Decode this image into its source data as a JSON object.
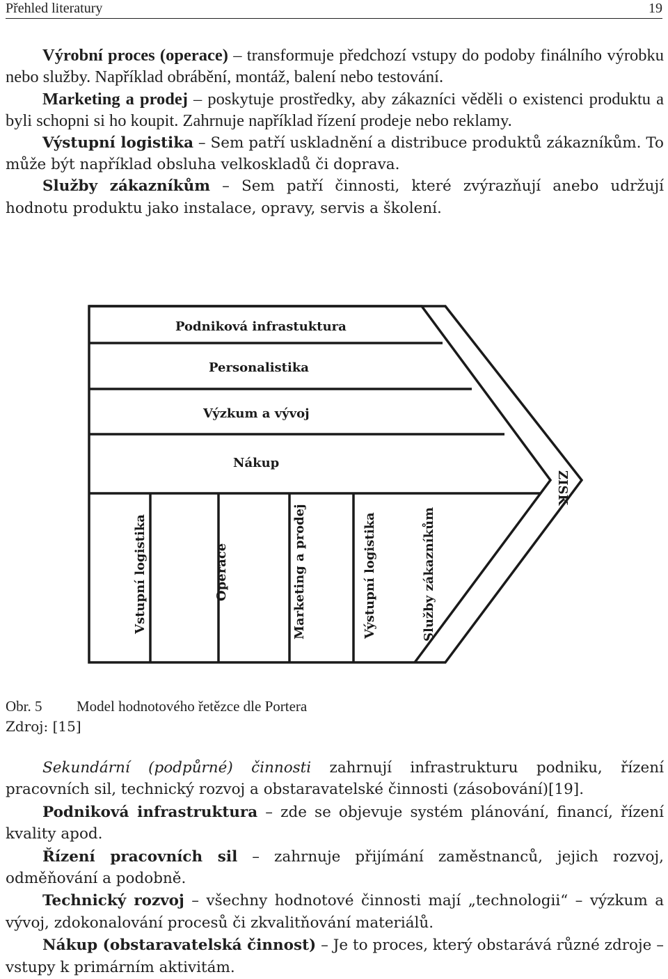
{
  "header": {
    "title": "Přehled literatury",
    "page_number": "19"
  },
  "top_paragraphs": [
    {
      "term": "Výrobní proces (operace)",
      "sep": " – ",
      "text": "transformuje předchozí vstupy do podoby finálního výrobku nebo služby. Například obrábění, montáž, balení nebo testování."
    },
    {
      "term": "Marketing a prodej",
      "sep": " – ",
      "text": "poskytuje prostředky, aby zákazníci věděli o existenci produktu a byli schopni si ho koupit. Zahrnuje například řízení prodeje nebo reklamy."
    },
    {
      "term": "Výstupní logistika",
      "sep": " – ",
      "text": "Sem patří uskladnění a distribuce produktů zákazníkům. To může být například obsluha velkoskladů či doprava."
    },
    {
      "term": "Služby zákazníkům",
      "sep": " – ",
      "text": "Sem patří činnosti, které zvýrazňují anebo udržují hodnotu produktu jako instalace, opravy, servis a školení."
    }
  ],
  "diagram": {
    "support_activities": [
      "Podniková infrastuktura",
      "Personalistika",
      "Výzkum a vývoj",
      "Nákup"
    ],
    "primary_activities": [
      "Vstupní logistika",
      "Operace",
      "Marketing a prodej",
      "Výstupní logistika",
      "Služby zákazníkům"
    ],
    "margin_label": "ZISK"
  },
  "caption": {
    "number": "Obr. 5",
    "text": "Model hodnotového řetězce dle Portera"
  },
  "source": "Zdroj: [15]",
  "bottom_paragraphs": [
    {
      "term": "Sekundární (podpůrné) činnosti",
      "style": "italic",
      "sep": " ",
      "text": "zahrnují infrastrukturu podniku, řízení pracovních sil, technický rozvoj a obstaravatelské činnosti (zásobování)[19]."
    },
    {
      "term": "Podniková infrastruktura",
      "style": "bold",
      "sep": " – ",
      "text": "zde se objevuje systém plánování, financí, řízení kvality apod."
    },
    {
      "term": "Řízení pracovních sil",
      "style": "bold",
      "sep": " – ",
      "text": "zahrnuje přijímání zaměstnanců, jejich rozvoj, odměňování a podobně."
    },
    {
      "term": "Technický rozvoj",
      "style": "bold",
      "sep": " – ",
      "text": "všechny hodnotové činnosti mají „technologii“ – výzkum a vývoj, zdokonalování procesů či zkvalitňování materiálů."
    },
    {
      "term": "Nákup (obstaravatelská činnost)",
      "style": "bold",
      "sep": " – ",
      "text": "Je to proces, který obstarává různé zdroje – vstupy k primárním aktivitám."
    }
  ]
}
